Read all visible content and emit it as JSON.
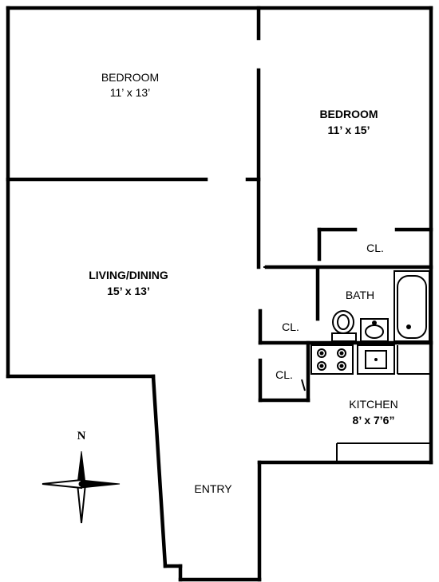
{
  "rooms": {
    "bedroom_1": {
      "name": "BEDROOM",
      "size": "11’ x 13’"
    },
    "bedroom_2": {
      "name": "BEDROOM",
      "size": "11’ x 15’"
    },
    "living": {
      "name": "LIVING/DINING",
      "size": "15’ x 13’"
    },
    "bath": {
      "name": "BATH"
    },
    "kitchen": {
      "name": "KITCHEN",
      "size": "8’ x 7’6”"
    },
    "entry": {
      "name": "ENTRY"
    },
    "closet_bedroom": {
      "name": "CL."
    },
    "closet_bath": {
      "name": "CL."
    },
    "closet_entry": {
      "name": "CL."
    }
  },
  "compass": {
    "north": "N"
  }
}
